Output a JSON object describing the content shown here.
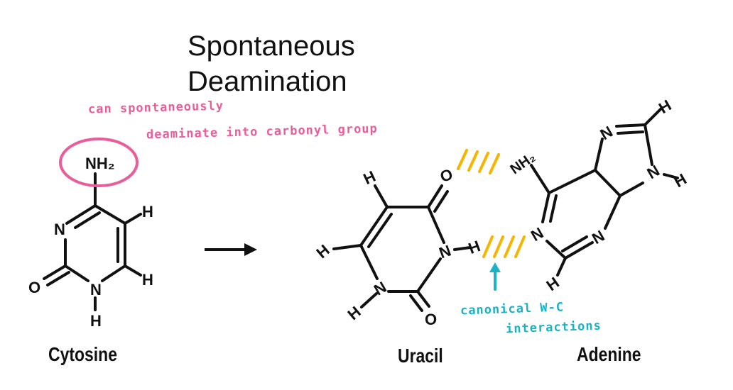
{
  "title": {
    "line1": "Spontaneous",
    "line2": "Deamination"
  },
  "molecules": {
    "cytosine": {
      "name": "Cytosine",
      "amine": "NH2",
      "ring_n_left": "N",
      "ring_nh": "N",
      "h": "H",
      "o": "O"
    },
    "uracil": {
      "name": "Uracil",
      "o": "O",
      "n": "N",
      "h": "H"
    },
    "adenine": {
      "name": "Adenine",
      "amine": "NH2",
      "n": "N",
      "h": "H"
    }
  },
  "annotations": {
    "pink_line1": "can spontaneously",
    "pink_line2": "deaminate into carbonyl group",
    "teal_line1": "canonical W-C",
    "teal_line2": "interactions"
  },
  "colors": {
    "annotation_pink": "#e85d9a",
    "annotation_teal": "#1bb3c3",
    "hydrogen_bond": "#f7b500",
    "ink": "#111111"
  }
}
